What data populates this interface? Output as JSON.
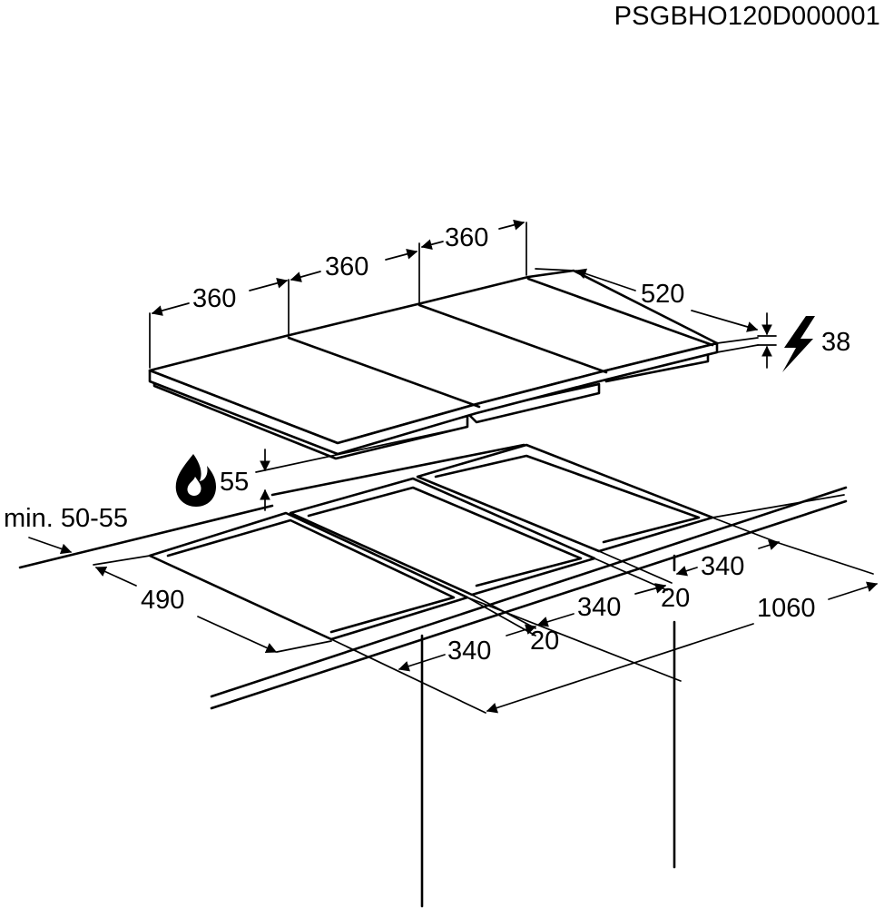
{
  "reference_code": "PSGBHO120D000001",
  "dimensions": {
    "module_width_1": "360",
    "module_width_2": "360",
    "module_width_3": "360",
    "hob_depth": "520",
    "hob_height": "38",
    "clearance_below": "55",
    "worktop_thickness": "min. 50-55",
    "cutout_depth": "490",
    "cutout_width_1": "340",
    "cutout_width_2": "340",
    "cutout_width_3": "340",
    "gap_1": "20",
    "gap_2": "20",
    "total_cutout": "1060"
  },
  "icons": {
    "electric": "lightning-icon",
    "gas": "flame-icon"
  }
}
